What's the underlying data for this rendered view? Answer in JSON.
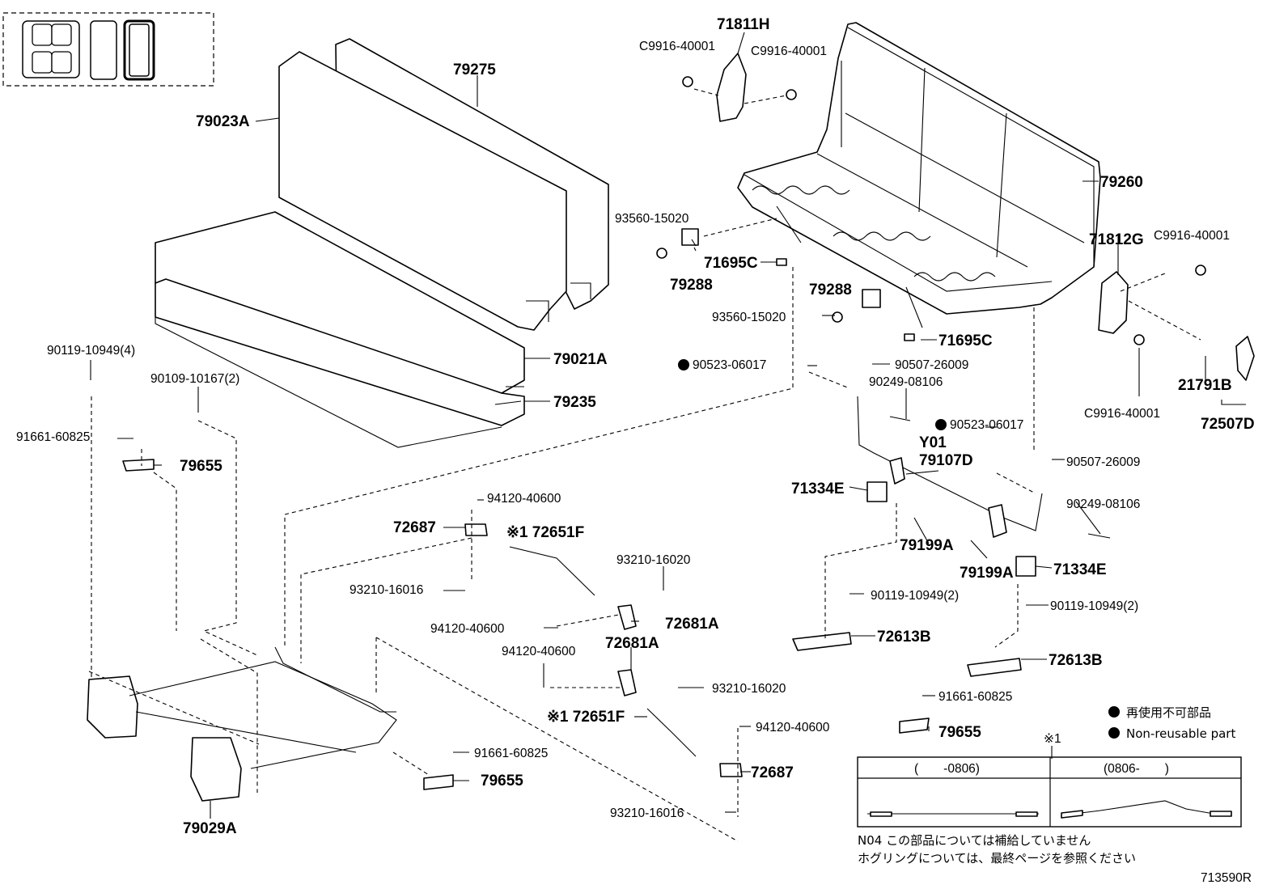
{
  "diagram_id": "713590R",
  "labels": {
    "p79275": "79275",
    "p79023A": "79023A",
    "p71811H": "71811H",
    "c9916_a": "C9916-40001",
    "c9916_b": "C9916-40001",
    "c9916_c": "C9916-40001",
    "c9916_d": "C9916-40001",
    "p79260": "79260",
    "p93560_a": "93560-15020",
    "p93560_b": "93560-15020",
    "p71695C_a": "71695C",
    "p71695C_b": "71695C",
    "p79288_a": "79288",
    "p79288_b": "79288",
    "p71812G": "71812G",
    "p21791B": "21791B",
    "p72507D": "72507D",
    "p90523_a": "90523-06017",
    "p90523_b": "90523-06017",
    "p90507_a": "90507-26009",
    "p90507_b": "90507-26009",
    "p90249_a": "90249-08106",
    "p90249_b": "90249-08106",
    "pY01": "Y01",
    "p79107D": "79107D",
    "p71334E_a": "71334E",
    "p71334E_b": "71334E",
    "p79199A_a": "79199A",
    "p79199A_b": "79199A",
    "p79021A": "79021A",
    "p79235": "79235",
    "p90119_4": "90119-10949(4)",
    "p90109_2": "90109-10167(2)",
    "p91661_a": "91661-60825",
    "p91661_b": "91661-60825",
    "p91661_c": "91661-60825",
    "p79655_a": "79655",
    "p79655_b": "79655",
    "p79655_c": "79655",
    "p94120_a": "94120-40600",
    "p94120_b": "94120-40600",
    "p94120_c": "94120-40600",
    "p94120_d": "94120-40600",
    "p72687_a": "72687",
    "p72687_b": "72687",
    "p72651F_a": "※1 72651F",
    "p72651F_b": "※1 72651F",
    "p93210_16016_a": "93210-16016",
    "p93210_16016_b": "93210-16016",
    "p93210_16020_a": "93210-16020",
    "p93210_16020_b": "93210-16020",
    "p72681A_a": "72681A",
    "p72681A_b": "72681A",
    "p90119_2a": "90119-10949(2)",
    "p90119_2b": "90119-10949(2)",
    "p72613B_a": "72613B",
    "p72613B_b": "72613B",
    "p79029A": "79029A"
  },
  "legend": {
    "jp": "再使用不可部品",
    "en": "Non-reusable part"
  },
  "note_table": {
    "marker": "※1",
    "col1": "(　　-0806)",
    "col2": "(0806-　　)"
  },
  "footnotes": {
    "line1": "N04 この部品については補給していません",
    "line2": "ホグリングについては、最終ページを参照ください"
  }
}
